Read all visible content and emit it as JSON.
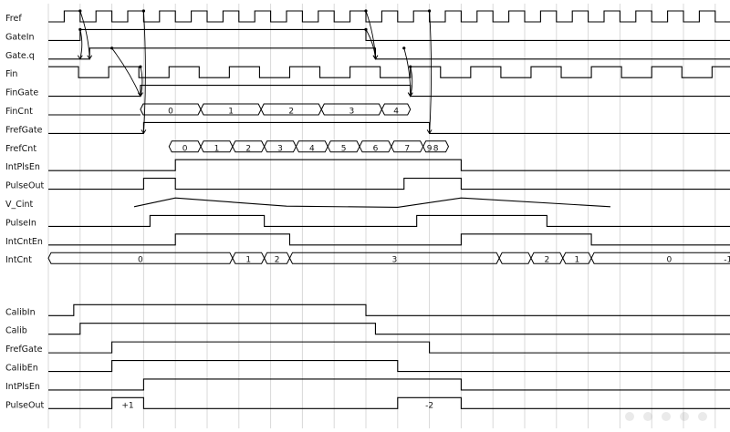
{
  "diagram": {
    "grid_times": [
      0,
      1,
      2,
      3,
      4,
      5,
      6,
      7,
      8,
      9,
      10,
      11,
      12,
      13,
      14,
      15,
      16,
      17,
      18,
      19,
      20,
      21,
      22
    ],
    "fref_period": 1,
    "signals": [
      {
        "id": "fref",
        "label": "Fref",
        "type": "clock",
        "period": 1,
        "duty": 0.5,
        "start_high": false,
        "lane": 0
      },
      {
        "id": "gatein",
        "label": "GateIn",
        "type": "wave",
        "init": 0,
        "toggles": [
          1,
          10
        ],
        "lane": 1
      },
      {
        "id": "gate_q",
        "label": "Gate.q",
        "type": "wave",
        "init": 0,
        "toggles": [
          1.3,
          10.3
        ],
        "lane": 2
      },
      {
        "id": "fin",
        "label": "Fin",
        "type": "clock",
        "period": 1.9,
        "duty": 0.5,
        "start_high": true,
        "lane": 3
      },
      {
        "id": "fingate",
        "label": "FinGate",
        "type": "wave",
        "init": 0,
        "toggles": [
          2.9,
          11.4
        ],
        "lane": 4
      },
      {
        "id": "fincnt",
        "label": "FinCnt",
        "type": "bus",
        "init_low": true,
        "start": 2.9,
        "end": 11.4,
        "bounds": [
          2.9,
          4.8,
          6.7,
          8.6,
          10.5
        ],
        "values": [
          "0",
          "1",
          "2",
          "3",
          "4"
        ],
        "lane": 5
      },
      {
        "id": "frefgate",
        "label": "FrefGate",
        "type": "wave",
        "init": 0,
        "toggles": [
          3,
          12
        ],
        "lane": 6
      },
      {
        "id": "frefcnt",
        "label": "FrefCnt",
        "type": "bus",
        "start": 3.8,
        "end": 12.6,
        "bounds": [
          3.8,
          4.8,
          5.8,
          6.8,
          7.8,
          8.8,
          9.8,
          10.8,
          11.8
        ],
        "values": [
          "0",
          "1",
          "2",
          "3",
          "4",
          "5",
          "6",
          "7",
          "8",
          "9"
        ],
        "lane": 7
      },
      {
        "id": "intplsen",
        "label": "IntPlsEn",
        "type": "wave",
        "init": 0,
        "toggles": [
          4,
          13
        ],
        "lane": 8
      },
      {
        "id": "pulseout",
        "label": "PulseOut",
        "type": "wave",
        "init": 0,
        "toggles": [
          3,
          4,
          11.2,
          13
        ],
        "lane": 9
      },
      {
        "id": "v_cint",
        "label": "V_Cint",
        "type": "analog",
        "points": [
          [
            2.7,
            0.1
          ],
          [
            4,
            0.9
          ],
          [
            7.5,
            0.15
          ],
          [
            11,
            0.05
          ],
          [
            13,
            0.9
          ],
          [
            17.7,
            0.1
          ]
        ],
        "lane": 10
      },
      {
        "id": "pulsein",
        "label": "PulseIn",
        "type": "wave",
        "init": 0,
        "toggles": [
          3.2,
          6.8,
          11.6,
          15.7
        ],
        "lane": 11
      },
      {
        "id": "intcnten",
        "label": "IntCntEn",
        "type": "wave",
        "init": 0,
        "toggles": [
          4,
          7.6,
          13,
          17.1
        ],
        "lane": 12
      },
      {
        "id": "intcnt",
        "label": "IntCnt",
        "type": "bus",
        "start": 0,
        "end": 22,
        "bounds": [
          0,
          5.8,
          6.8,
          7.6,
          14.2,
          15.2,
          16.2,
          17.1
        ],
        "values": [
          "0",
          "1",
          "2",
          "3",
          "",
          "2",
          "1",
          "0",
          "-1"
        ],
        "lane": 13
      },
      {
        "id": "calibin",
        "label": "CalibIn",
        "type": "wave",
        "init": 0,
        "toggles": [
          0.8,
          10
        ],
        "lane": 15.8
      },
      {
        "id": "calib",
        "label": "Calib",
        "type": "wave",
        "init": 0,
        "toggles": [
          1,
          10.3
        ],
        "lane": 16.8
      },
      {
        "id": "frefgate2",
        "label": "FrefGate",
        "type": "wave",
        "init": 0,
        "toggles": [
          2,
          12
        ],
        "lane": 17.8
      },
      {
        "id": "caliben",
        "label": "CalibEn",
        "type": "wave",
        "init": 0,
        "toggles": [
          2,
          11
        ],
        "lane": 18.8
      },
      {
        "id": "intplsen2",
        "label": "IntPlsEn",
        "type": "wave",
        "init": 0,
        "toggles": [
          3,
          13
        ],
        "lane": 19.8
      },
      {
        "id": "pulseout2",
        "label": "PulseOut",
        "type": "wave",
        "init": 0,
        "toggles": [
          2,
          3,
          11,
          13
        ],
        "pulse_labels": [
          "+1",
          "-2"
        ],
        "lane": 20.8
      }
    ],
    "arrows": [
      {
        "from": [
          1,
          0
        ],
        "to": [
          1.3,
          2
        ]
      },
      {
        "from": [
          1,
          1
        ],
        "to": [
          1,
          2
        ]
      },
      {
        "from": [
          2.9,
          3
        ],
        "to": [
          2.9,
          4
        ]
      },
      {
        "from": [
          2,
          2
        ],
        "to": [
          2.9,
          4
        ]
      },
      {
        "from": [
          3,
          0
        ],
        "to": [
          3,
          6
        ]
      },
      {
        "from": [
          10,
          0
        ],
        "to": [
          10.3,
          2
        ]
      },
      {
        "from": [
          10,
          1
        ],
        "to": [
          10.3,
          2
        ]
      },
      {
        "from": [
          11.4,
          3
        ],
        "to": [
          11.4,
          4
        ]
      },
      {
        "from": [
          11.2,
          2
        ],
        "to": [
          11.4,
          4
        ]
      },
      {
        "from": [
          12,
          0
        ],
        "to": [
          12,
          6
        ]
      }
    ]
  }
}
